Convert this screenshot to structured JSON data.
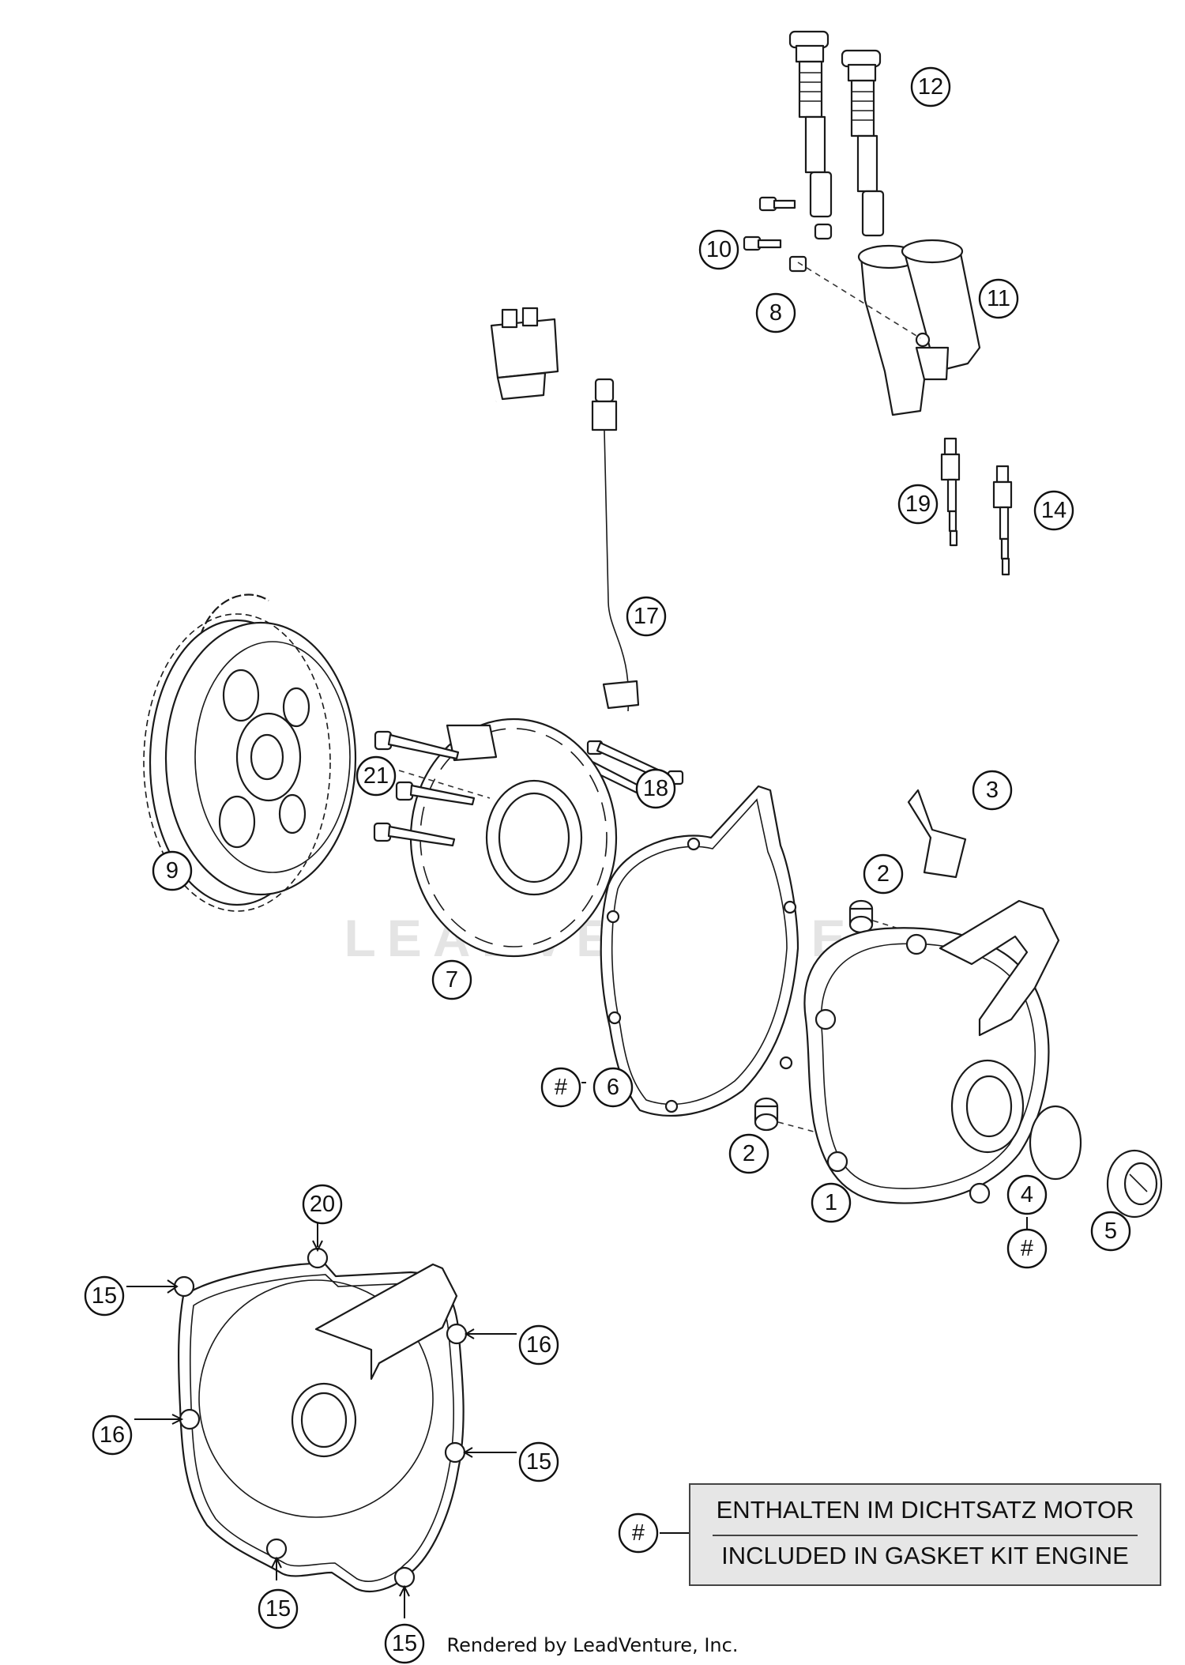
{
  "callouts": {
    "c1": "1",
    "c2a": "2",
    "c2b": "2",
    "c3": "3",
    "c4": "4",
    "c4_hash": "#",
    "c5": "5",
    "c6_hash": "#",
    "c6": "6",
    "c7": "7",
    "c8": "8",
    "c9": "9",
    "c10": "10",
    "c11": "11",
    "c12": "12",
    "c14": "14",
    "c15a": "15",
    "c15b": "15",
    "c15c": "15",
    "c15d": "15",
    "c16a": "16",
    "c16b": "16",
    "c17": "17",
    "c18": "18",
    "c19": "19",
    "c20": "20",
    "c21": "21",
    "legend_hash": "#"
  },
  "legend": {
    "line_de": "ENTHALTEN IM DICHTSATZ MOTOR",
    "line_en": "INCLUDED IN GASKET KIT ENGINE"
  },
  "watermark": "LEADVENTURE",
  "footer": "Rendered by LeadVenture, Inc."
}
